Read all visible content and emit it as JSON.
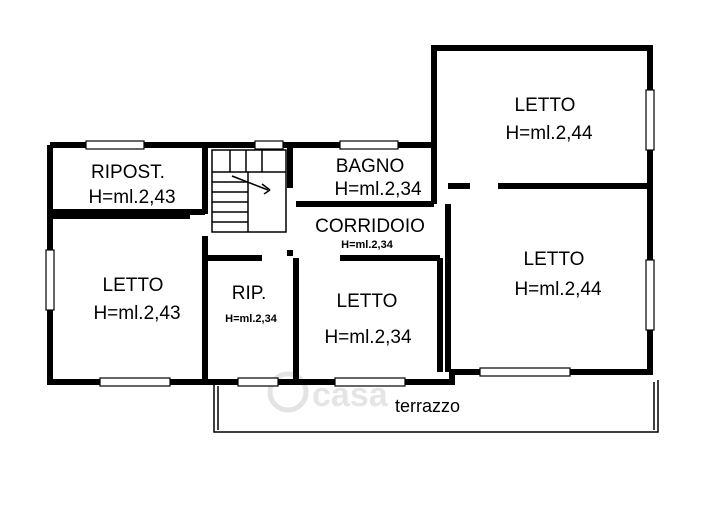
{
  "plan": {
    "rooms": [
      {
        "key": "ripost",
        "name": "RIPOST.",
        "height": "H=ml.2,43"
      },
      {
        "key": "bagno",
        "name": "BAGNO",
        "height": "H=ml.2,34"
      },
      {
        "key": "corridoio",
        "name": "CORRIDOIO",
        "height": "H=ml.2,34"
      },
      {
        "key": "letto_ne",
        "name": "LETTO",
        "height": "H=ml.2,44"
      },
      {
        "key": "letto_w",
        "name": "LETTO",
        "height": "H=ml.2,43"
      },
      {
        "key": "rip",
        "name": "RIP.",
        "height": "H=ml.2,34"
      },
      {
        "key": "letto_c",
        "name": "LETTO",
        "height": "H=ml.2,34"
      },
      {
        "key": "letto_e",
        "name": "LETTO",
        "height": "H=ml.2,44"
      }
    ],
    "terrace": "terrazzo",
    "watermark": "casa"
  }
}
